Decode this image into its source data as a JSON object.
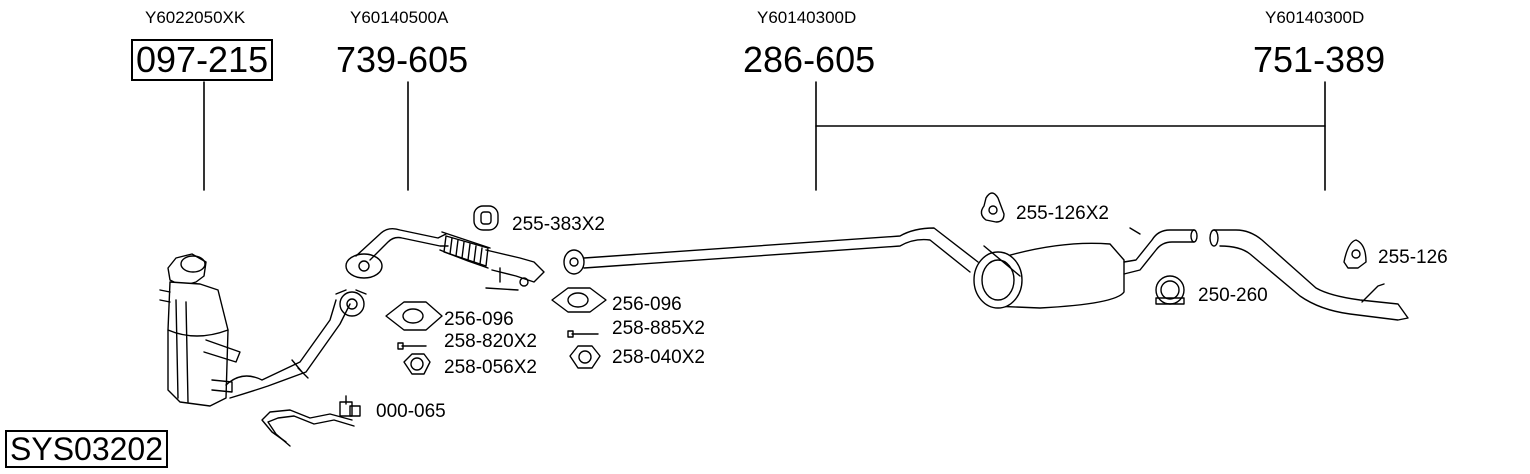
{
  "system_id": "SYS03202",
  "main_parts": [
    {
      "oem": "Y6022050XK",
      "part_no": "097-215"
    },
    {
      "oem": "Y60140500A",
      "part_no": "739-605"
    },
    {
      "oem": "Y60140300D",
      "part_no": "286-605"
    },
    {
      "oem": "Y60140300D",
      "part_no": "751-389"
    }
  ],
  "fittings": [
    "255-383X2",
    "256-096",
    "258-820X2",
    "258-056X2",
    "000-065",
    "256-096",
    "258-885X2",
    "258-040X2",
    "255-126X2",
    "250-260",
    "255-126"
  ]
}
